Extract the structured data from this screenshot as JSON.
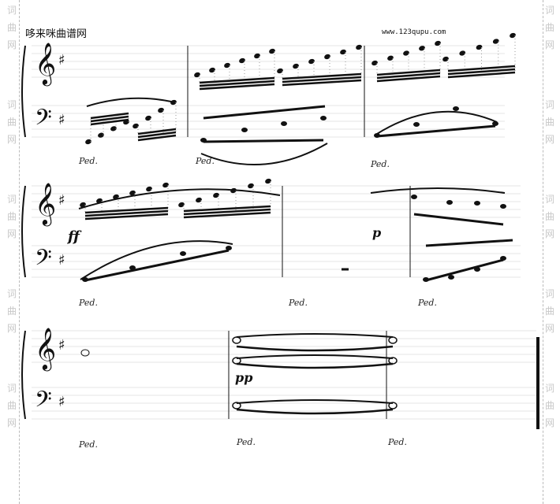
{
  "watermark": {
    "chars": [
      "词",
      "曲",
      "网"
    ]
  },
  "header": {
    "site_name": "哆来咪曲谱网",
    "url": "www.123qupu.com"
  },
  "markings": {
    "ff": "ff",
    "p": "p",
    "pp": "pp",
    "ped": "Ped."
  },
  "clefs": {
    "treble": "𝄞",
    "bass": "𝄢",
    "sharp": "♯"
  }
}
